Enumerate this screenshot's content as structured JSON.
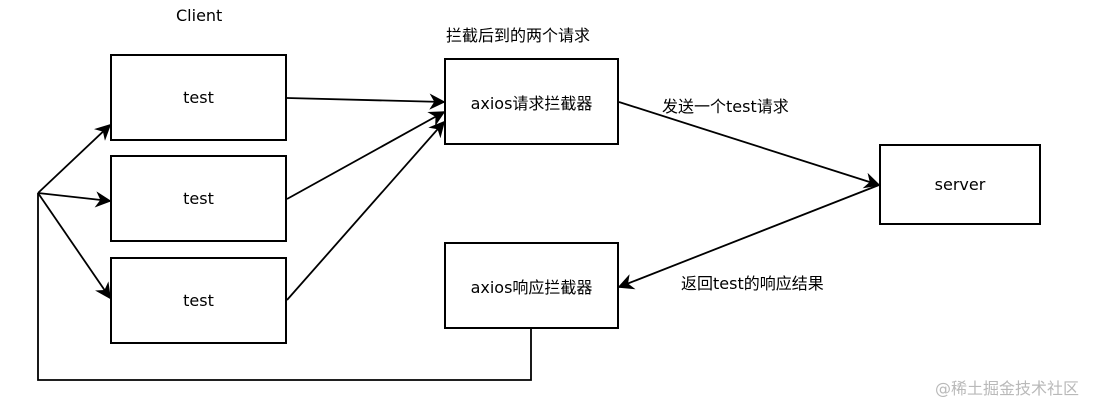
{
  "diagram": {
    "client_label": "Client",
    "intercepted_label": "拦截后到的两个请求",
    "client_boxes": [
      "test",
      "test",
      "test"
    ],
    "request_interceptor": "axios请求拦截器",
    "response_interceptor": "axios响应拦截器",
    "server": "server",
    "send_label": "发送一个test请求",
    "return_label": "返回test的响应结果"
  },
  "watermark": "@稀土掘金技术社区",
  "colors": {
    "line": "#000000",
    "watermark": "#b9b9b9"
  }
}
